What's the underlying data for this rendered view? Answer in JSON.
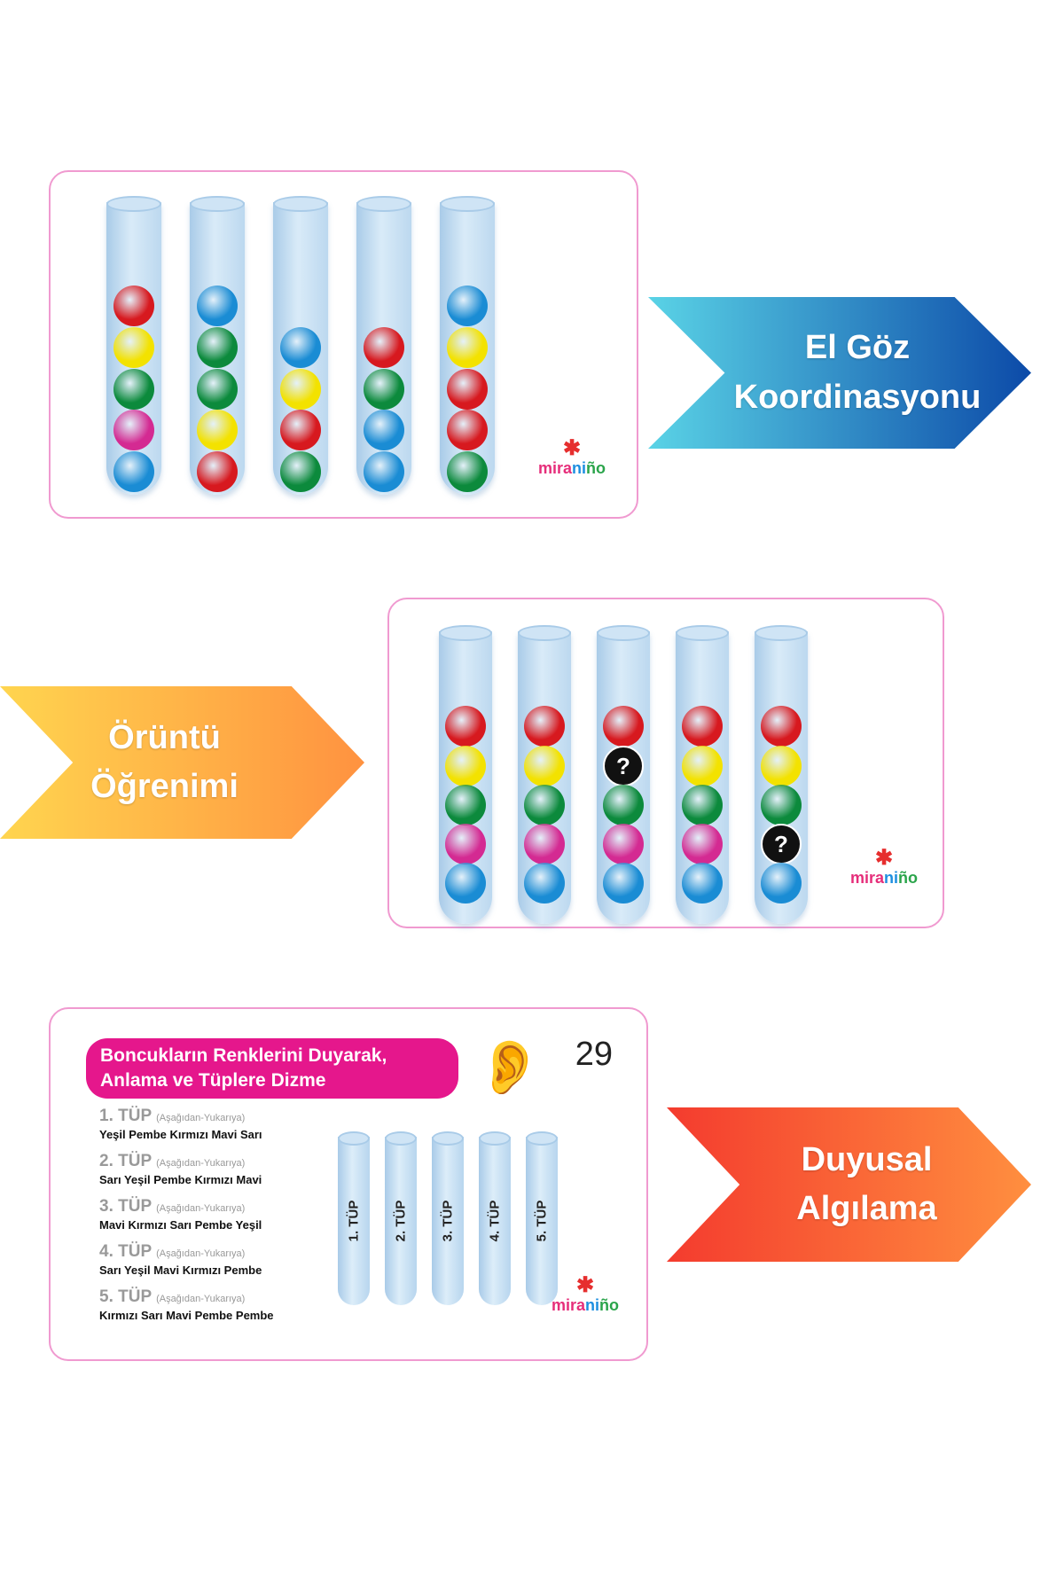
{
  "colors": {
    "red": "#d7191f",
    "yellow": "#f3e200",
    "green": "#0c8a3c",
    "pink": "#d42a92",
    "blue": "#1a8cd4"
  },
  "logo": {
    "text_parts": [
      "mira",
      "ni",
      "ño"
    ]
  },
  "card1": {
    "tubes": [
      [
        "red",
        "yellow",
        "green",
        "pink",
        "blue"
      ],
      [
        "blue",
        "green",
        "green",
        "yellow",
        "red"
      ],
      [
        "blue",
        "yellow",
        "red",
        "green"
      ],
      [
        "red",
        "green",
        "blue",
        "blue"
      ],
      [
        "blue",
        "yellow",
        "red",
        "red",
        "green"
      ]
    ]
  },
  "arrow1": {
    "line1": "El Göz",
    "line2": "Koordinasyonu"
  },
  "card2": {
    "question_mark": "?",
    "tubes": [
      [
        "red",
        "yellow",
        "green",
        "pink",
        "blue"
      ],
      [
        "red",
        "yellow",
        "green",
        "pink",
        "blue"
      ],
      [
        "red",
        "?",
        "green",
        "pink",
        "blue"
      ],
      [
        "red",
        "yellow",
        "green",
        "pink",
        "blue"
      ],
      [
        "red",
        "yellow",
        "green",
        "?",
        "blue"
      ]
    ]
  },
  "arrow2": {
    "line1": "Örüntü",
    "line2": "Öğrenimi"
  },
  "card3": {
    "title": "Boncukların Renklerini Duyarak, Anlama ve Tüplere Dizme",
    "page_number": "29",
    "items": [
      {
        "head": "1. TÜP",
        "note": "(Aşağıdan-Yukarıya)",
        "value": "Yeşil Pembe Kırmızı Mavi Sarı"
      },
      {
        "head": "2. TÜP",
        "note": "(Aşağıdan-Yukarıya)",
        "value": "Sarı Yeşil Pembe Kırmızı Mavi"
      },
      {
        "head": "3. TÜP",
        "note": "(Aşağıdan-Yukarıya)",
        "value": "Mavi Kırmızı Sarı Pembe Yeşil"
      },
      {
        "head": "4. TÜP",
        "note": "(Aşağıdan-Yukarıya)",
        "value": "Sarı Yeşil Mavi Kırmızı Pembe"
      },
      {
        "head": "5. TÜP",
        "note": "(Aşağıdan-Yukarıya)",
        "value": "Kırmızı Sarı Mavi Pembe Pembe"
      }
    ],
    "tube_labels": [
      "1. TÜP",
      "2. TÜP",
      "3. TÜP",
      "4. TÜP",
      "5. TÜP"
    ]
  },
  "arrow3": {
    "line1": "Duyusal",
    "line2": "Algılama"
  }
}
